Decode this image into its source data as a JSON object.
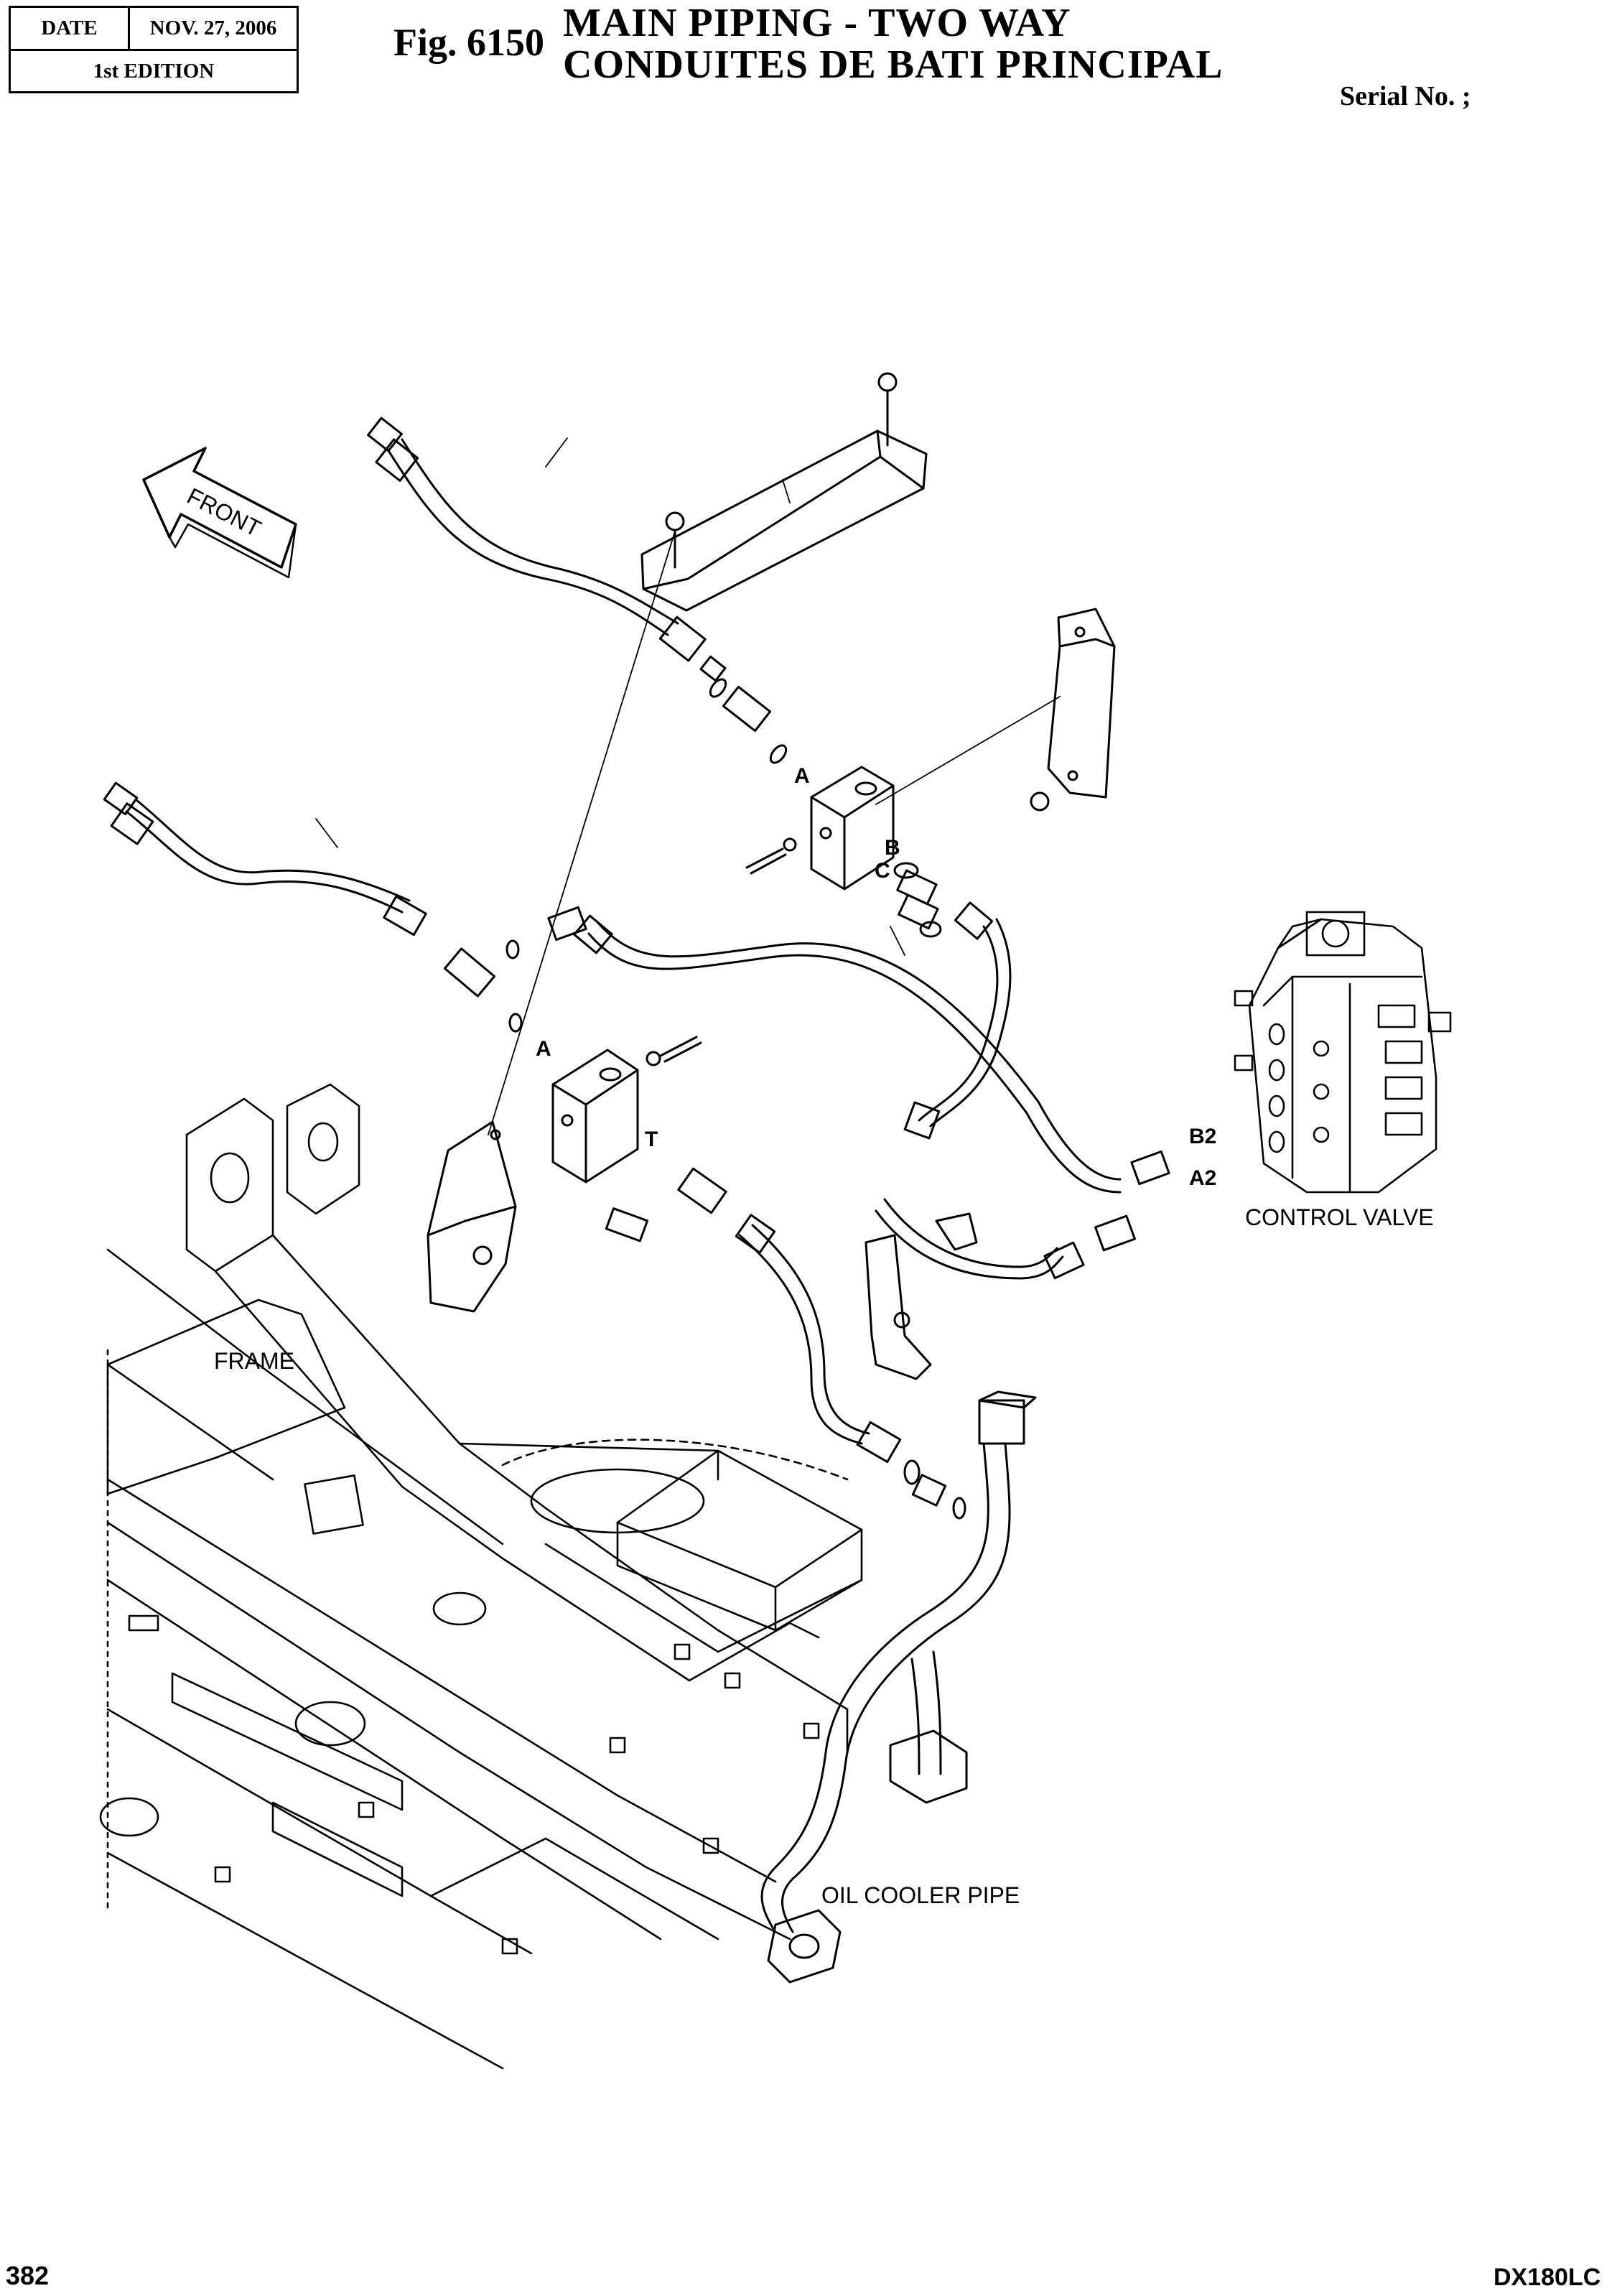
{
  "header": {
    "date_label": "DATE",
    "date_value": "NOV. 27, 2006",
    "edition": "1st EDITION",
    "figure": "Fig. 6150",
    "title_en": "MAIN PIPING - TWO WAY",
    "title_fr": "CONDUITES DE BATI PRINCIPAL",
    "serial": "Serial No. ;"
  },
  "diagram": {
    "front_arrow": "FRONT",
    "labels": {
      "frame": "FRAME",
      "control_valve": "CONTROL VALVE",
      "oil_cooler_pipe": "OIL COOLER PIPE"
    },
    "ports": {
      "a_upper": "A",
      "b": "B",
      "c": "C",
      "a_lower": "A",
      "t": "T",
      "b2": "B2",
      "a2": "A2"
    }
  },
  "footer": {
    "page_number": "382",
    "model": "DX180LC"
  },
  "colors": {
    "ink": "#000000",
    "paper": "#ffffff"
  }
}
